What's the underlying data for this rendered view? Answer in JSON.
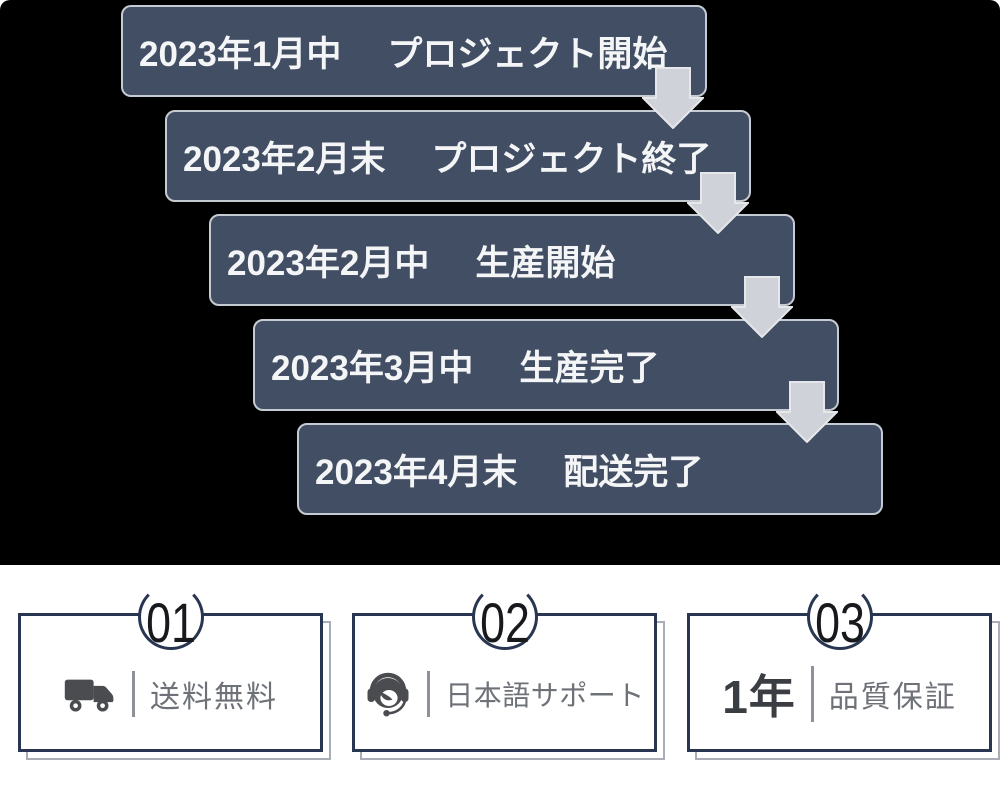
{
  "timeline": {
    "background": "#000000",
    "box_fill": "#424e63",
    "box_border": "#c5cbd3",
    "text_color": "#f4f5f7",
    "arrow_color": "#cfd3d9",
    "steps": [
      {
        "date": "2023年1月中",
        "event": "プロジェクト開始"
      },
      {
        "date": "2023年2月末",
        "event": "プロジェクト終了"
      },
      {
        "date": "2023年2月中",
        "event": "生産開始"
      },
      {
        "date": "2023年3月中",
        "event": "生産完了"
      },
      {
        "date": "2023年4月末",
        "event": "配送完了"
      }
    ]
  },
  "features": {
    "background": "#ffffff",
    "card_border": "#293651",
    "shadow_color": "#a9aeb6",
    "number_color": "#17191d",
    "label_color": "#6e7278",
    "divider_color": "#8d929a",
    "icon_color": "#4a4c50",
    "cards": [
      {
        "number": "01",
        "icon": "truck-icon",
        "label": "送料無料"
      },
      {
        "number": "02",
        "icon": "headset-icon",
        "label": "日本語サポート"
      },
      {
        "number": "03",
        "badge": "1年",
        "label": "品質保証"
      }
    ]
  }
}
